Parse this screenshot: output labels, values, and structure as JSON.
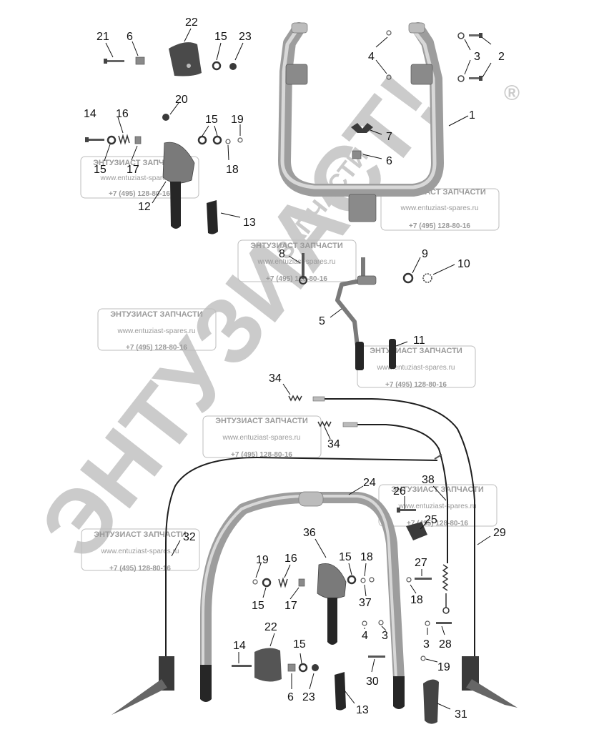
{
  "part_numbers": [
    "1",
    "2",
    "3",
    "4",
    "5",
    "6",
    "7",
    "8",
    "9",
    "10",
    "11",
    "12",
    "13",
    "14",
    "15",
    "16",
    "17",
    "18",
    "19",
    "20",
    "21",
    "22",
    "23",
    "24",
    "25",
    "26",
    "27",
    "28",
    "29",
    "30",
    "31",
    "32",
    "34",
    "36",
    "37",
    "38"
  ],
  "callouts": {
    "c21a": "21",
    "c6a": "6",
    "c22a": "22",
    "c15a": "15",
    "c23a": "23",
    "c4a": "4",
    "c3a": "3",
    "c2": "2",
    "c1": "1",
    "c20": "20",
    "c14a": "14",
    "c16a": "16",
    "c15b": "15",
    "c19a": "19",
    "c7": "7",
    "c6b": "6",
    "c15c": "15",
    "c17a": "17",
    "c18a": "18",
    "c12": "12",
    "c13a": "13",
    "c8": "8",
    "c9": "9",
    "c10": "10",
    "c5": "5",
    "c11": "11",
    "c34a": "34",
    "c34b": "34",
    "c24": "24",
    "c26": "26",
    "c38": "38",
    "c25": "25",
    "c32": "32",
    "c36": "36",
    "c29": "29",
    "c19b": "19",
    "c16b": "16",
    "c15d": "15",
    "c18b": "18",
    "c27": "27",
    "c15e": "15",
    "c17b": "17",
    "c37": "37",
    "c18c": "18",
    "c22b": "22",
    "c4b": "4",
    "c3b": "3",
    "c3c": "3",
    "c28": "28",
    "c14b": "14",
    "c15f": "15",
    "c19c": "19",
    "c30": "30",
    "c6c": "6",
    "c23b": "23",
    "c13b": "13",
    "c31": "31"
  },
  "watermark": {
    "brand_diagonal": "ЭНТУЗИАСТ!",
    "brand_small": "ЗАПЧАСТИ",
    "registered": "®",
    "stamp_title": "ЭНТУЗИАСТ ЗАПЧАСТИ",
    "stamp_url": "www.entuziast-spares.ru",
    "stamp_phone": "+7 (495) 128-80-16"
  }
}
